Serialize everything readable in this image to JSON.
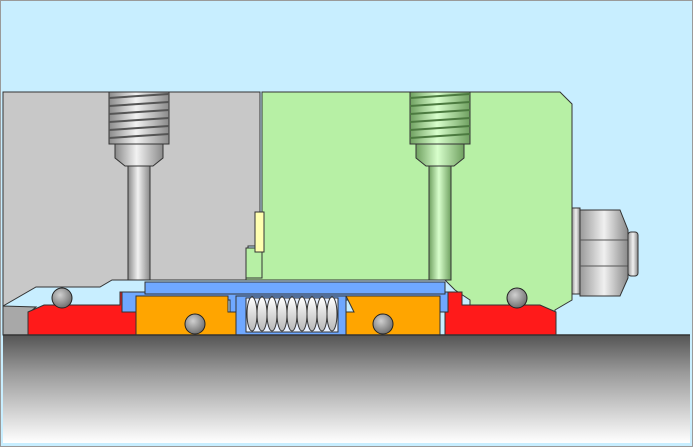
{
  "diagram": {
    "kind": "mechanical-seal-cross-section",
    "colors": {
      "background": "#c8eeff",
      "gland_gray": "#c8c8c8",
      "housing_green": "#b7f0a5",
      "seat_red": "#ff1a1a",
      "face_orange": "#ffa500",
      "spring_holder_blue": "#6fa8ff",
      "spring": "#e8e8e8",
      "oring": "#909090",
      "shaft_top": "#5a5a5a",
      "shaft_bottom": "#ffffff",
      "insert_yellow": "#ffffb0",
      "bolt": "#d6d6d6"
    },
    "parts": [
      "gland-block-gray",
      "housing-block-green",
      "threaded-port-left",
      "threaded-port-right",
      "hex-bolt",
      "stationary-seat-left",
      "stationary-seat-right",
      "rotating-face-left",
      "rotating-face-right",
      "spring-holder",
      "compression-spring",
      "o-rings",
      "shaft"
    ]
  }
}
